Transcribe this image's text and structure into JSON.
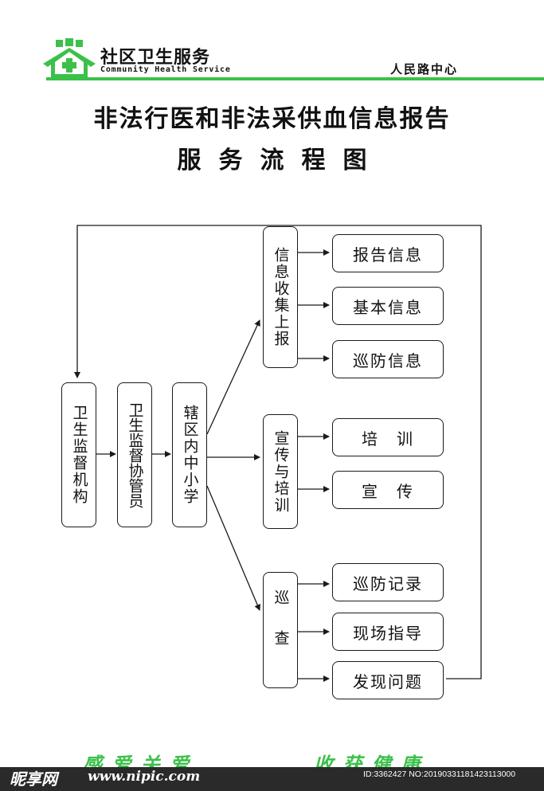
{
  "header": {
    "brand": "社区卫生服务",
    "brand_en": "Community Health Service",
    "center_name": "人民路中心"
  },
  "title": {
    "line1": "非法行医和非法采供血信息报告",
    "line2": "服务流程图"
  },
  "flow": {
    "node_supervision_agency": "卫生监督机构",
    "node_supervision_assistant": "卫生监督协管员",
    "node_schools": "辖区内中小学",
    "branch_info_collect": "信息收集上报",
    "branch_training": "宣传与培训",
    "branch_patrol": "巡查",
    "leaf_report_info": "报告信息",
    "leaf_basic_info": "基本信息",
    "leaf_patrol_info": "巡防信息",
    "leaf_training": "培　训",
    "leaf_publicity": "宣　传",
    "leaf_patrol_record": "巡防记录",
    "leaf_onsite_guidance": "现场指导",
    "leaf_find_problems": "发现问题"
  },
  "footer": {
    "slogan_left": "感 爱 关 爱",
    "slogan_right": "收 获 健 康",
    "watermark_logo": "昵享网",
    "watermark_site": "www.nipic.com",
    "watermark_id": "ID:3362427 NO:20190331181423113000"
  },
  "colors": {
    "accent_green": "#3bc14a",
    "line": "#1a1a1a"
  }
}
